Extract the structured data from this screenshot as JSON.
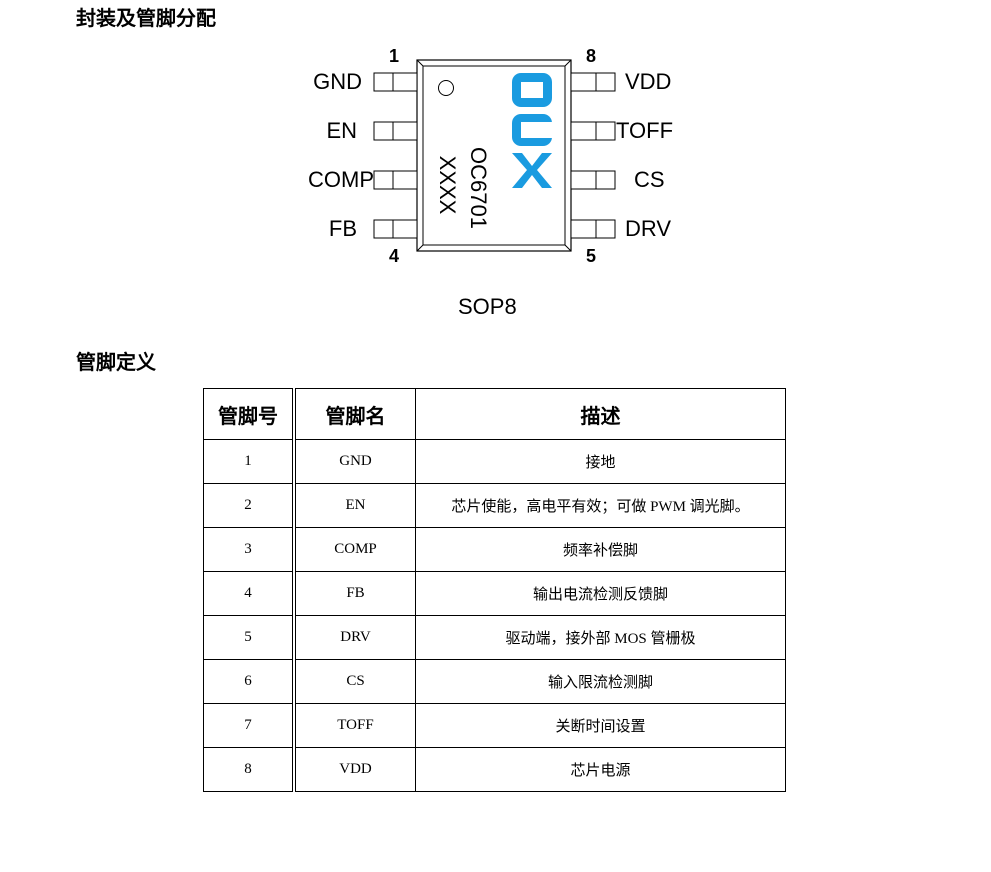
{
  "section1": {
    "title": "封装及管脚分配"
  },
  "package": {
    "name": "SOP8",
    "part_number": "OC6701",
    "date_code": "XXXX",
    "logo": "OCX",
    "logo_color": "#1a9be0",
    "pin_index_labels": {
      "pin1": "1",
      "pin4": "4",
      "pin5": "5",
      "pin8": "8"
    },
    "left_pins": [
      "GND",
      "EN",
      "COMP",
      "FB"
    ],
    "right_pins": [
      "VDD",
      "TOFF",
      "CS",
      "DRV"
    ]
  },
  "section2": {
    "title": "管脚定义"
  },
  "table": {
    "headers": [
      "管脚号",
      "管脚名",
      "描述"
    ],
    "rows": [
      {
        "num": "1",
        "name": "GND",
        "desc": "接地"
      },
      {
        "num": "2",
        "name": "EN",
        "desc": "芯片使能，高电平有效；可做 PWM 调光脚。"
      },
      {
        "num": "3",
        "name": "COMP",
        "desc": "频率补偿脚"
      },
      {
        "num": "4",
        "name": "FB",
        "desc": "输出电流检测反馈脚"
      },
      {
        "num": "5",
        "name": "DRV",
        "desc": "驱动端，接外部 MOS 管栅极"
      },
      {
        "num": "6",
        "name": "CS",
        "desc": "输入限流检测脚"
      },
      {
        "num": "7",
        "name": "TOFF",
        "desc": "关断时间设置"
      },
      {
        "num": "8",
        "name": "VDD",
        "desc": "芯片电源"
      }
    ]
  }
}
